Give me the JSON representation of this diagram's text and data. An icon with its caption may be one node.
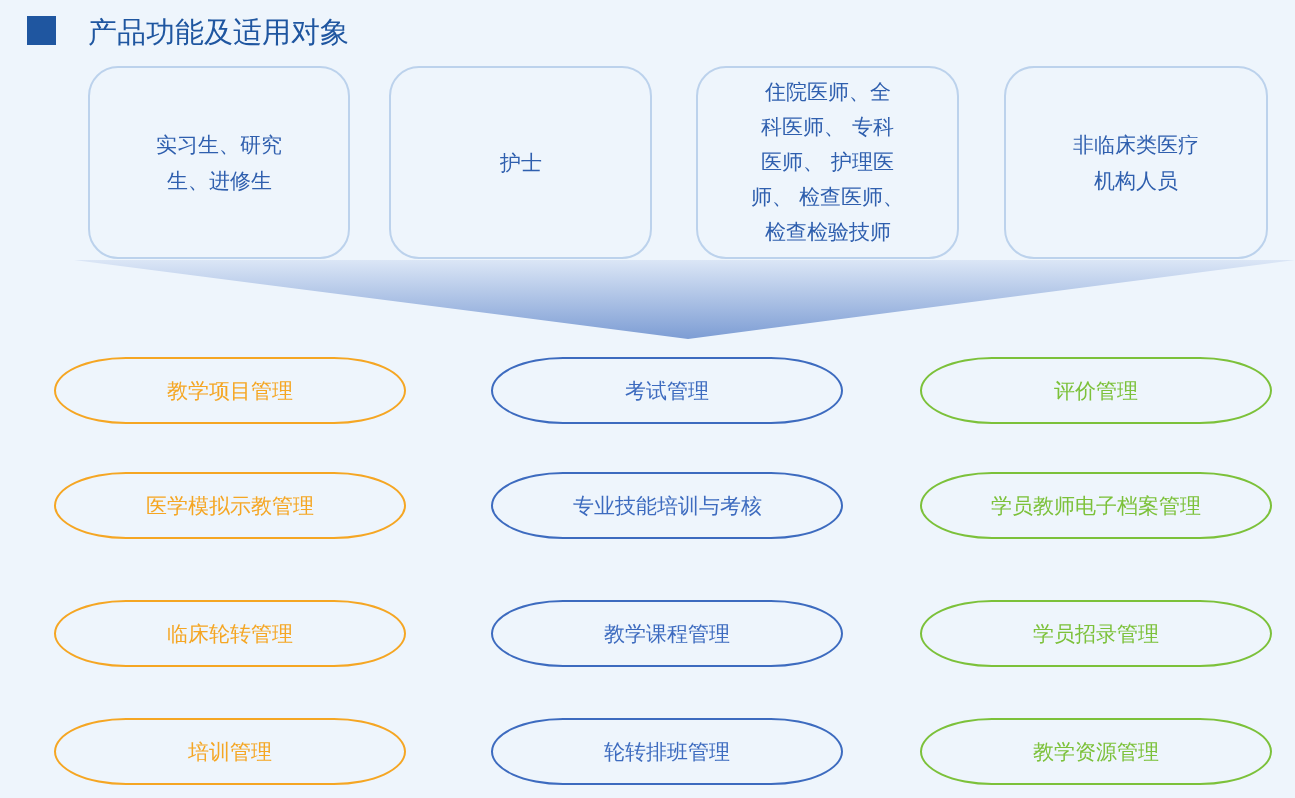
{
  "diagram": {
    "title": "产品功能及适用对象",
    "nodes": [
      {
        "text": [
          "实习生、研究生、进修生"
        ]
      },
      {
        "text": [
          "护士"
        ]
      },
      {
        "text": [
          "住院医师、全科医师、 专科医师、 护理医师、 检查医师、检查检验技师"
        ]
      },
      {
        "text": [
          "非临床类医疗机构人员"
        ]
      },
      {
        "text": [
          "教学项目管理"
        ]
      },
      {
        "text": [
          "考试管理"
        ]
      },
      {
        "text": [
          "评价管理"
        ]
      },
      {
        "text": [
          "医学模拟示教管理"
        ]
      },
      {
        "text": [
          "专业技能培训与考核"
        ]
      },
      {
        "text": [
          "学员教师电子档案管理"
        ]
      },
      {
        "text": [
          "临床轮转管理"
        ]
      },
      {
        "text": [
          "教学课程管理"
        ]
      },
      {
        "text": [
          "学员招录管理"
        ]
      },
      {
        "text": [
          "培训管理"
        ]
      },
      {
        "text": [
          "轮转排班管理"
        ]
      },
      {
        "text": [
          "教学资源管理"
        ]
      }
    ]
  }
}
